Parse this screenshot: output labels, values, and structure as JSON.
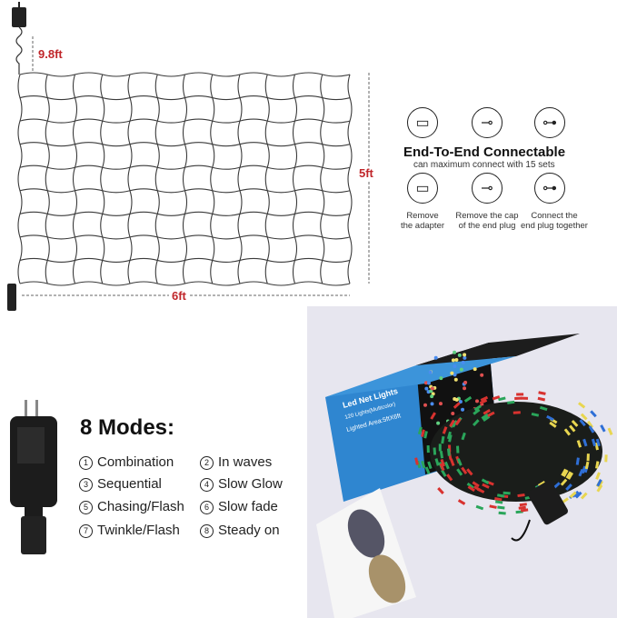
{
  "dimensions": {
    "cable": "9.8ft",
    "height": "5ft",
    "width": "6ft"
  },
  "connectable": {
    "title": "End-To-End Connectable",
    "subtitle": "can maximum connect with 15 sets",
    "steps": [
      {
        "caption_line1": "Remove",
        "caption_line2": "the adapter",
        "icon": "adapter-plug-icon"
      },
      {
        "caption_line1": "Remove the cap",
        "caption_line2": "of the end plug",
        "icon": "end-cap-icon"
      },
      {
        "caption_line1": "Connect the",
        "caption_line2": "end plug together",
        "icon": "connect-plugs-icon"
      }
    ]
  },
  "modes": {
    "title": "8 Modes:",
    "items": [
      {
        "num": "1",
        "label": "Combination"
      },
      {
        "num": "2",
        "label": "In waves"
      },
      {
        "num": "3",
        "label": "Sequential"
      },
      {
        "num": "4",
        "label": "Slow Glow"
      },
      {
        "num": "5",
        "label": "Chasing/Flash"
      },
      {
        "num": "6",
        "label": "Slow fade"
      },
      {
        "num": "7",
        "label": "Twinkle/Flash"
      },
      {
        "num": "8",
        "label": "Steady on"
      }
    ]
  },
  "product_box": {
    "brand": "Led Net Lights",
    "line2": "120 Lights(Multicolor)",
    "line3": "Lighted Area:5ftX6ft"
  },
  "colors": {
    "dimension": "#c0262a",
    "box_blue": "#2f86d0",
    "bulb_red": "#d8322f",
    "bulb_green": "#2aa55a",
    "bulb_yellow": "#e8d650",
    "bulb_blue": "#2f6fd6"
  }
}
